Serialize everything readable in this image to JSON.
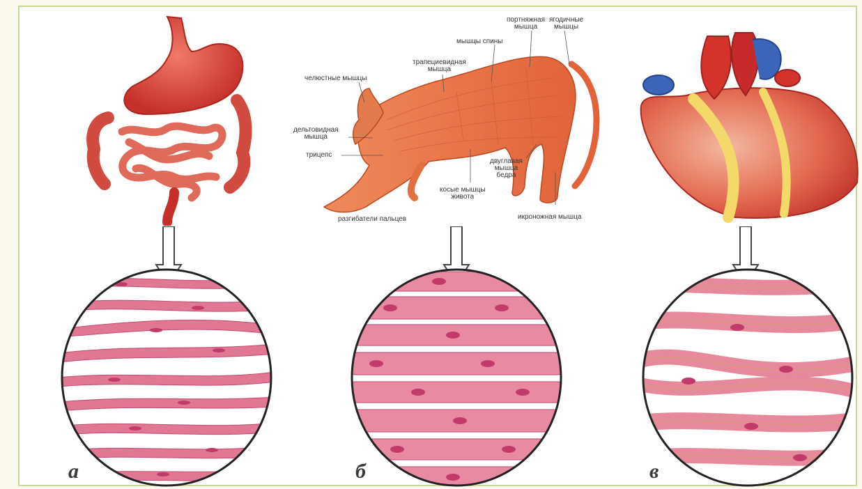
{
  "colors": {
    "organ_red": "#d9423a",
    "muscle_orange": "#e8743f",
    "fiber_pink": "#e07893",
    "nucleus": "#c23a6a",
    "vessel_blue": "#3c64b8",
    "border": "#c9d69a"
  },
  "panels": [
    {
      "id": "a",
      "letter": "а",
      "organ": "stomach-intestines",
      "tissue": "smooth"
    },
    {
      "id": "b",
      "letter": "б",
      "organ": "cat-skeletal-muscles",
      "tissue": "skeletal"
    },
    {
      "id": "c",
      "letter": "в",
      "organ": "heart",
      "tissue": "cardiac"
    }
  ],
  "cat_labels": {
    "sartorius": "портняжная\nмышца",
    "gluteal": "ягодичные\nмышцы",
    "back": "мышцы спины",
    "trapezius": "трапециевидная\nмышца",
    "jaw": "челюстные мышцы",
    "deltoid": "дельтовидная\nмышца",
    "triceps": "трицепс",
    "biceps_femoris": "двуглавая\nмышца\nбедра",
    "obliques": "косые мышцы\nживота",
    "extensors": "разгибатели пальцев",
    "gastrocnemius": "икроножная мышца"
  }
}
